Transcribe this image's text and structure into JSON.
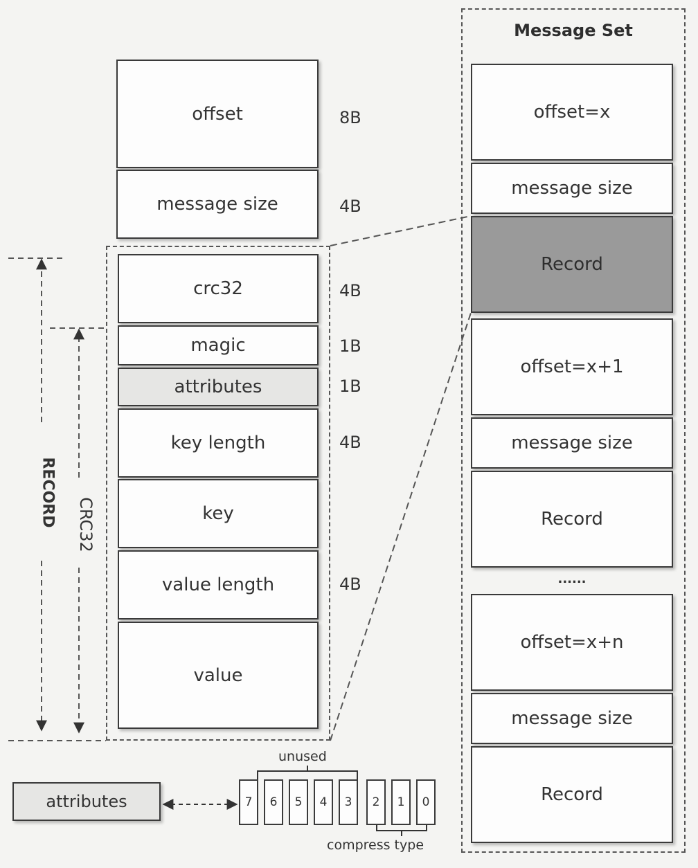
{
  "left_column": {
    "fields": [
      {
        "label": "offset",
        "size": "8B"
      },
      {
        "label": "message size",
        "size": "4B"
      },
      {
        "label": "crc32",
        "size": "4B"
      },
      {
        "label": "magic",
        "size": "1B"
      },
      {
        "label": "attributes",
        "size": "1B"
      },
      {
        "label": "key length",
        "size": "4B"
      },
      {
        "label": "key",
        "size": ""
      },
      {
        "label": "value length",
        "size": "4B"
      },
      {
        "label": "value",
        "size": ""
      }
    ],
    "record_label": "RECORD",
    "crc_label": "CRC32"
  },
  "message_set": {
    "title": "Message Set",
    "items": [
      {
        "label": "offset=x"
      },
      {
        "label": "message size"
      },
      {
        "label": "Record"
      },
      {
        "label": "offset=x+1"
      },
      {
        "label": "message size"
      },
      {
        "label": "Record"
      },
      {
        "label": "offset=x+n"
      },
      {
        "label": "message size"
      },
      {
        "label": "Record"
      }
    ],
    "ellipsis": "......"
  },
  "attributes_detail": {
    "label": "attributes",
    "bits": [
      "7",
      "6",
      "5",
      "4",
      "3",
      "2",
      "1",
      "0"
    ],
    "unused_label": "unused",
    "compress_label": "compress type"
  },
  "colors": {
    "highlight_record": "#9a9a9a",
    "attributes_fill": "#e6e6e4",
    "line": "#3a3a3a"
  }
}
